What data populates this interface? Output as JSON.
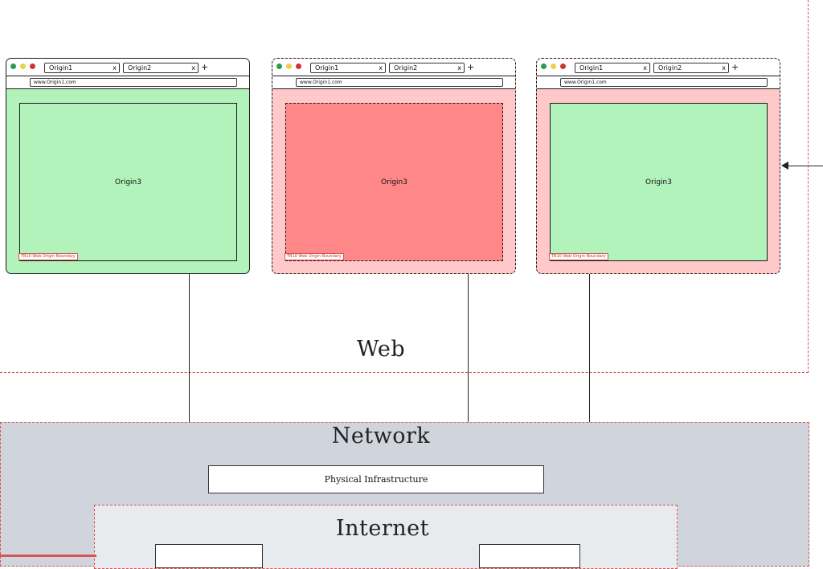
{
  "web": {
    "label": "Web"
  },
  "network": {
    "label": "Network",
    "physical_infrastructure": "Physical Infrastructure",
    "internet": {
      "label": "Internet"
    }
  },
  "browsers": [
    {
      "tabs": [
        "Origin1",
        "Origin2"
      ],
      "tab_close": "x",
      "new_tab": "+",
      "url": "www.Origin1.com",
      "frame_label": "Origin3",
      "boundary_tag": "TB10 Web Origin Boundary",
      "colors": {
        "page": "#b2f2bb",
        "frame": "#b2f2bb"
      },
      "dashed": false
    },
    {
      "tabs": [
        "Origin1",
        "Origin2"
      ],
      "tab_close": "x",
      "new_tab": "+",
      "url": "www.Origin1.com",
      "frame_label": "Origin3",
      "boundary_tag": "TB10 Web Origin Boundary",
      "colors": {
        "page": "#ffc9c9",
        "frame": "#ff8787"
      },
      "dashed": true
    },
    {
      "tabs": [
        "Origin1",
        "Origin2"
      ],
      "tab_close": "x",
      "new_tab": "+",
      "url": "www.Origin1.com",
      "frame_label": "Origin3",
      "boundary_tag": "TB10 Web Origin Boundary",
      "colors": {
        "page": "#ffc9c9",
        "frame": "#b2f2bb"
      },
      "dashed": true
    }
  ],
  "colors": {
    "boundary": "#d9534f",
    "network_bg": "#cfd4dd",
    "internet_bg": "#e8ebee"
  }
}
